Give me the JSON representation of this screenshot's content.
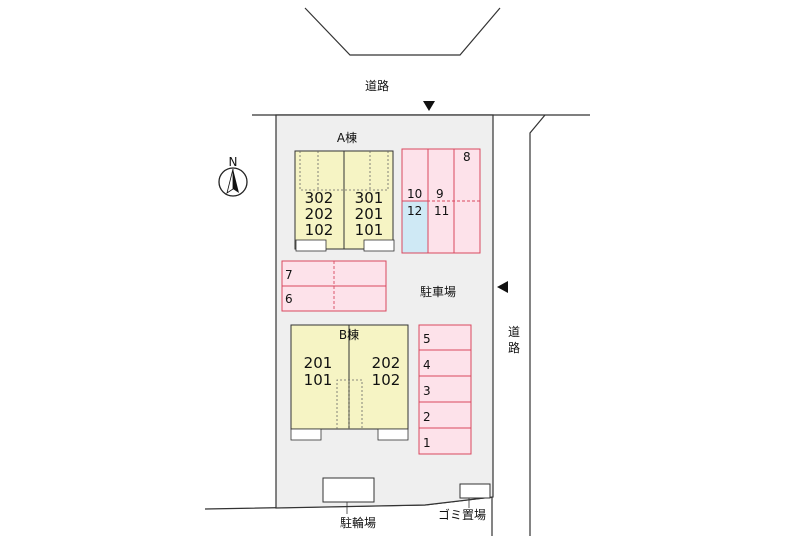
{
  "road_top_label": "道路",
  "road_right_label": [
    "道",
    "路"
  ],
  "north_label": "N",
  "parking_label": "駐車場",
  "bike_parking_label": "駐輪場",
  "garbage_label": "ゴミ置場",
  "building_a": {
    "name": "A棟",
    "left_units": [
      "302",
      "202",
      "102"
    ],
    "right_units": [
      "301",
      "201",
      "101"
    ]
  },
  "building_b": {
    "name": "B棟",
    "left_units": [
      "201",
      "101"
    ],
    "right_units": [
      "202",
      "102"
    ]
  },
  "parking_slots_top": [
    "10",
    "9",
    "8",
    "12",
    "11"
  ],
  "parking_slots_middle": [
    "7",
    "6"
  ],
  "parking_slots_right": [
    "5",
    "4",
    "3",
    "2",
    "1"
  ],
  "colors": {
    "site": "#efefef",
    "building": "#f6f4c4",
    "parking_fill": "#fde2ea",
    "parking_stroke": "#d9485f",
    "slot_blue": "#cfe9f5"
  }
}
